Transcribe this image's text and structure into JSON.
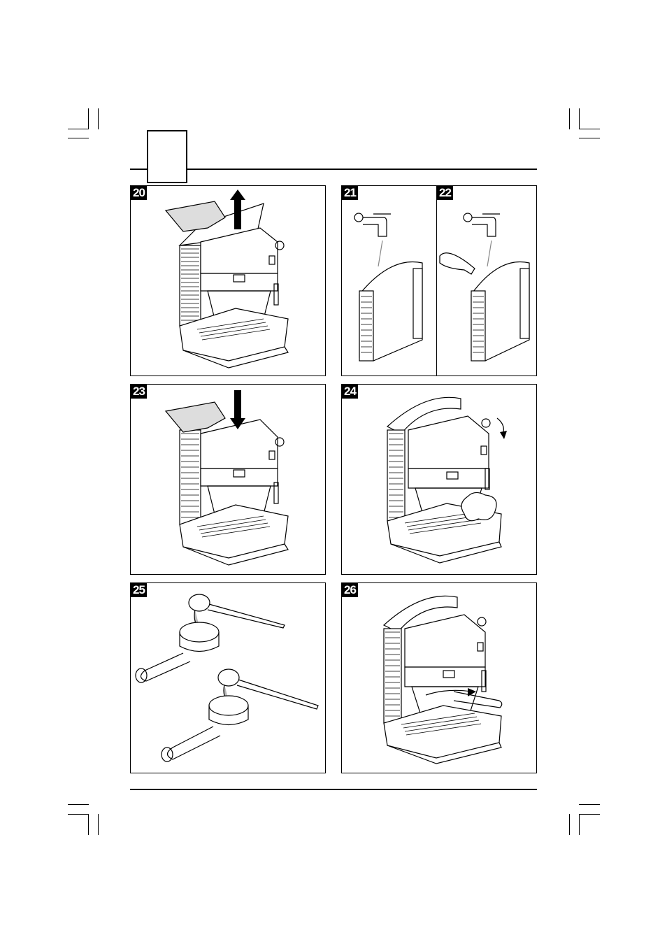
{
  "figures": [
    {
      "id": "20"
    },
    {
      "id": "21"
    },
    {
      "id": "22"
    },
    {
      "id": "23"
    },
    {
      "id": "24"
    },
    {
      "id": "25"
    },
    {
      "id": "26"
    }
  ]
}
